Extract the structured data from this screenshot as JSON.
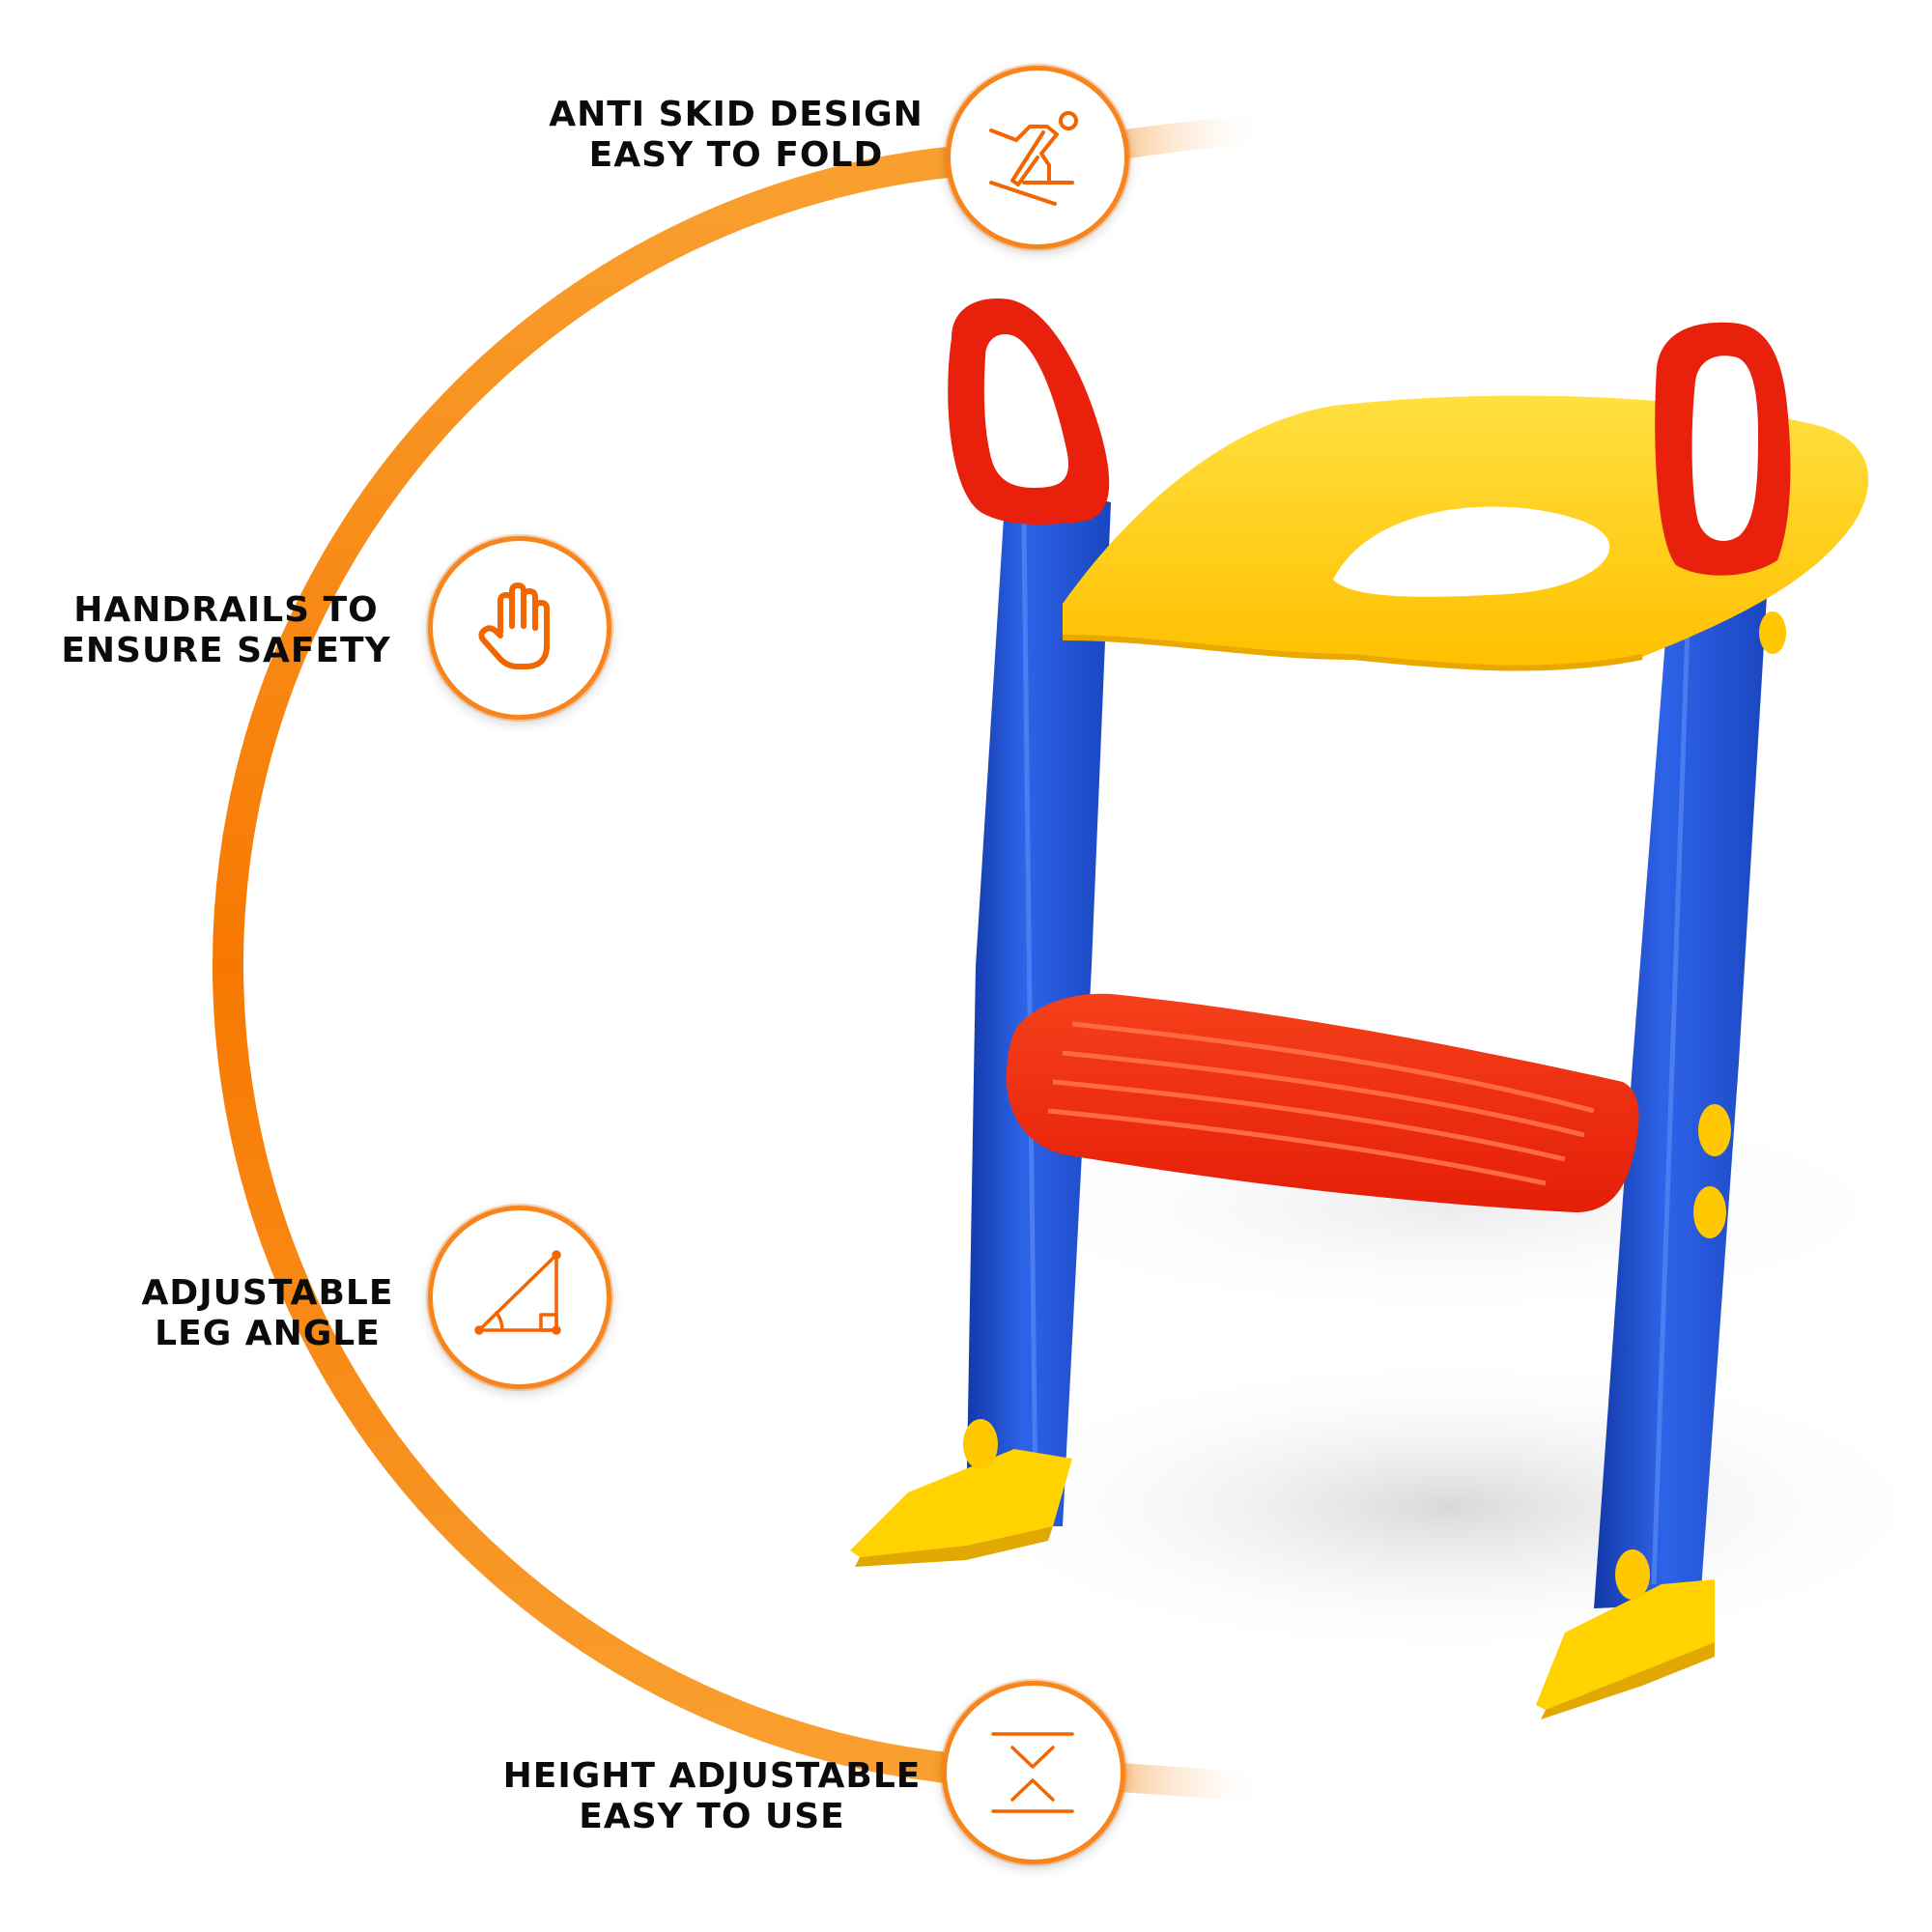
{
  "accent_color": "#F77800",
  "icon_color": "#F26500",
  "features": [
    {
      "id": "anti-skid",
      "line1": "ANTI SKID DESIGN",
      "line2": "EASY TO FOLD",
      "icon": "skier-icon"
    },
    {
      "id": "handrails",
      "line1": "HANDRAILS TO",
      "line2": "ENSURE SAFETY",
      "icon": "hand-icon"
    },
    {
      "id": "leg-angle",
      "line1": "ADJUSTABLE",
      "line2": "LEG ANGLE",
      "icon": "right-triangle-angle-icon"
    },
    {
      "id": "height",
      "line1": "HEIGHT ADJUSTABLE",
      "line2": "EASY TO USE",
      "icon": "height-adjust-icon"
    }
  ],
  "product": {
    "name": "Potty training ladder seat",
    "colors": {
      "frame": "#1E4FD0",
      "seat": "#FFC800",
      "step": "#F02A10",
      "handles": "#E8200C",
      "feet": "#FFD200"
    }
  }
}
